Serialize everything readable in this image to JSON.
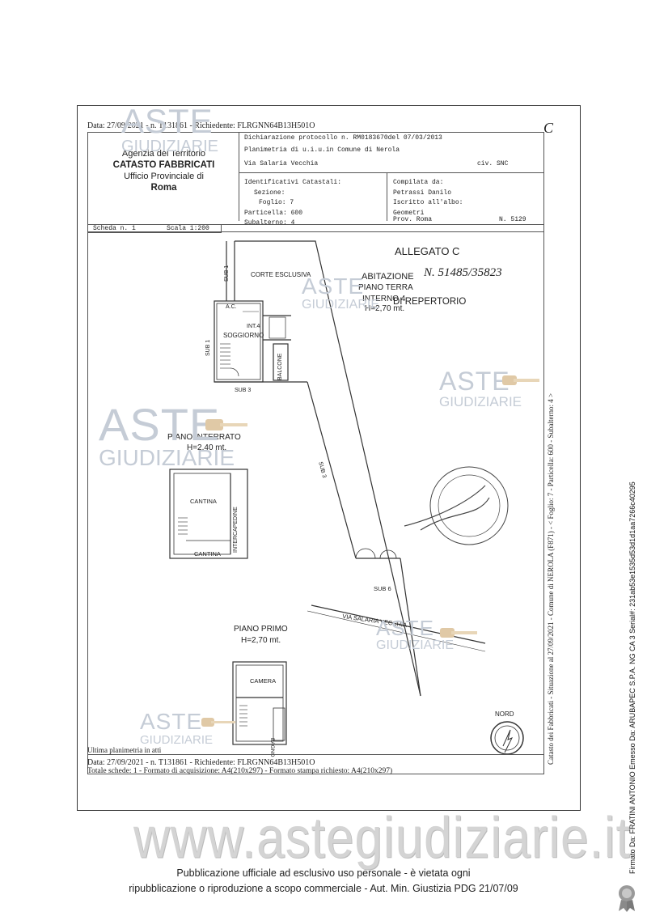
{
  "header": {
    "data_line_top": "Data: 27/09/2021 - n. T131861 - Richiedente: FLRGNN64B13H501O",
    "corner_mark": "C",
    "agency_line1": "Agenzia del Territorio",
    "agency_line2": "CATASTO FABBRICATI",
    "agency_line3": "Ufficio Provinciale di",
    "agency_line4": "Roma",
    "protocol": "Dichiarazione protocollo n. RM0183670del 07/03/2013",
    "planimetria": "Planimetria di u.i.u.in Comune di Nerola",
    "address": "Via Salaria Vecchia",
    "civ": "civ. SNC",
    "ident_title": "Identificativi Catastali:",
    "sezione": "Sezione:",
    "foglio": "Foglio: 7",
    "particella": "Particella: 600",
    "subalterno": "Subalterno: 4",
    "compilata": "Compilata da:",
    "compilatore": "Petrassi Danilo",
    "iscritto": "Iscritto all'albo:",
    "albo": "Geometri",
    "prov": "Prov. Roma",
    "numero": "N. 5129",
    "scheda": "Scheda n. 1",
    "scala": "Scala 1:200"
  },
  "plan": {
    "allegato": "ALLEGATO C",
    "abitazione": "ABITAZIONE",
    "rep_number": "N. 51485/35823",
    "piano_terra": "PIANO TERRA",
    "interno": "INTERNO 4",
    "di_repertorio": "DI REPERTORIO",
    "h_terra": "H=2,70 mt.",
    "corte": "CORTE ESCLUSIVA",
    "sub1_top": "SUB 1",
    "sub1_left": "SUB 1",
    "ac": "A.C.",
    "int4": "INT.4",
    "soggiorno": "SOGGIORNO",
    "balcone": "BALCONE",
    "sub3": "SUB 3",
    "sub3_diag": "SUB 3",
    "piano_interrato": "PIANO INTERRATO",
    "h_interrato": "H=2,40 mt.",
    "cantina1": "CANTINA",
    "cantina2": "CANTINA",
    "intercapedine": "INTERCAPEDINE",
    "sub6": "SUB 6",
    "via_salaria": "VIA SALARIA VECCHIA",
    "piano_primo": "PIANO PRIMO",
    "h_primo": "H=2,70 mt.",
    "camera": "CAMERA",
    "bagno": "BAGNO",
    "nord": "NORD"
  },
  "bottom": {
    "ultima": "Ultima planimetria in atti",
    "data_line": "Data: 27/09/2021 - n. T131861 - Richiedente: FLRGNN64B13H501O",
    "totale": "Totale schede: 1 - Formato di acquisizione: A4(210x297) - Formato stampa richiesto: A4(210x297)",
    "side_text": "Catasto dei Fabbricati - Situazione al 27/09/2021 - Comune di NEROLA (F871) - < Foglio: 7 - Particella: 600 - Subalterno: 4 >"
  },
  "watermarks": {
    "aste": "ASTE",
    "giudiziarie": "GIUDIZIARIE"
  },
  "footer": {
    "site": "www.astegiudiziarie.it",
    "line1": "Pubblicazione ufficiale ad esclusivo uso personale - è vietata ogni",
    "line2": "ripubblicazione o riproduzione a scopo commerciale - Aut. Min. Giustizia PDG 21/07/09",
    "signature": "Firmato Da: FRATINI ANTONIO Emesso Da: ARUBAPEC S.P.A. NG CA 3 Serial#: 231ab53e1535d53d1d1aa7266c40295"
  },
  "icons": [
    "gavel-icon",
    "north-arrow-icon",
    "stamp-seal-icon",
    "certificate-badge-icon"
  ]
}
